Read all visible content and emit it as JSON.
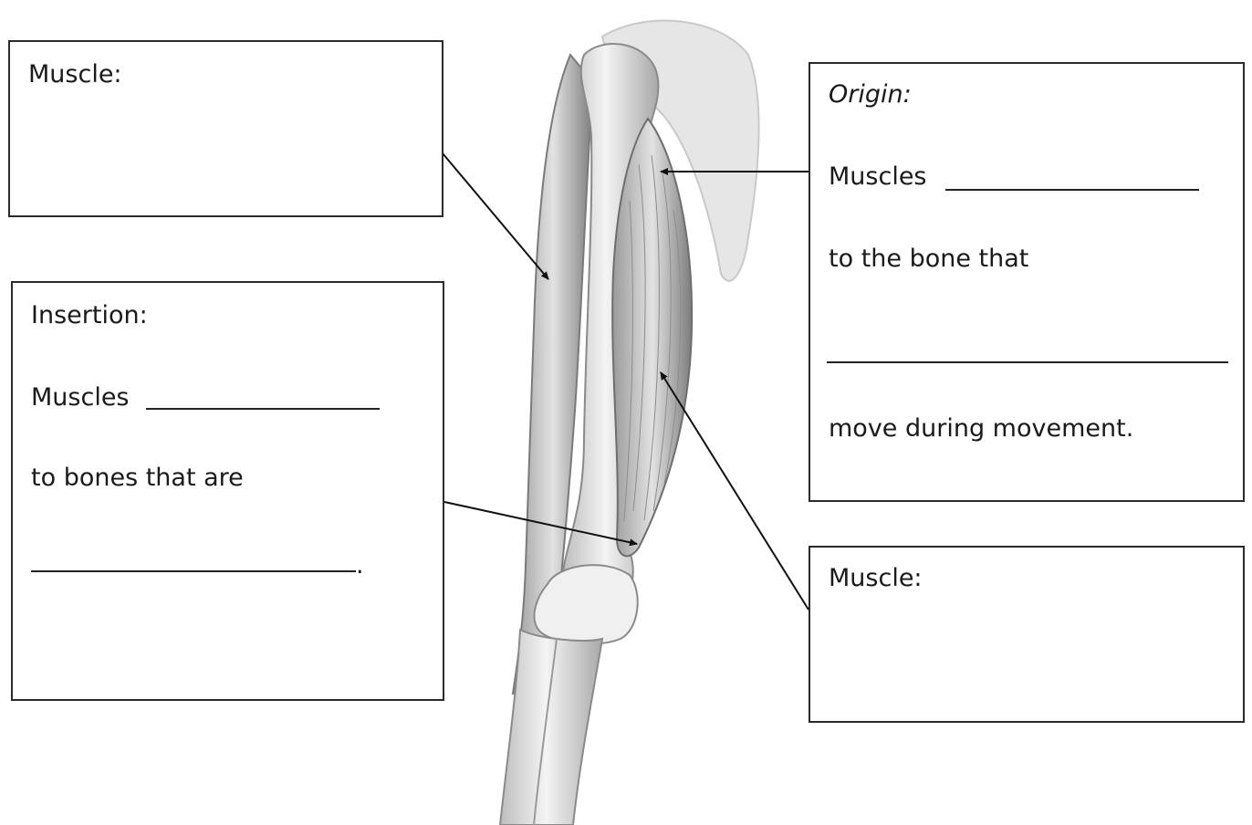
{
  "boxes": {
    "muscle_top": {
      "label": "Muscle:"
    },
    "insertion": {
      "title": "Insertion:",
      "line1": "Muscles",
      "line2": "to bones that are",
      "line3_end": "."
    },
    "origin": {
      "title": "Origin:",
      "line1": "Muscles",
      "line2": "to the bone that",
      "line3": "move during movement."
    },
    "muscle_bottom": {
      "label": "Muscle:"
    }
  },
  "colors": {
    "ink": "#1a1a1a",
    "border": "#2b2b2b",
    "illustration": "#8a8a8a"
  },
  "illustration": {
    "subject": "upper-arm-muscles-illustration"
  }
}
